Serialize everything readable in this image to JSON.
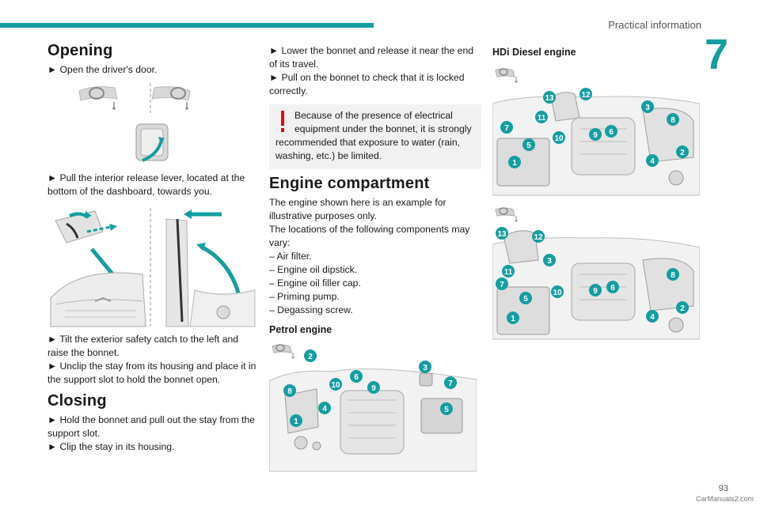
{
  "header": {
    "title": "Practical information",
    "chapter": "7"
  },
  "footer": {
    "page": "93",
    "watermark": "CarManuals2.com"
  },
  "opening": {
    "title": "Opening",
    "step1": "► Open the driver's door.",
    "step2": "► Pull the interior release lever, located at the bottom of the dashboard, towards you.",
    "step3": "► Tilt the exterior safety catch to the left and raise the bonnet.",
    "step4": "► Unclip the stay from its housing and place it in the support slot to hold the bonnet open."
  },
  "closing": {
    "title": "Closing",
    "step1": "► Hold the bonnet and pull out the stay from the support slot.",
    "step2": "► Clip the stay in its housing."
  },
  "col2_top": {
    "step1": "► Lower the bonnet and release it near the end of its travel.",
    "step2": "► Pull on the bonnet to check that it is locked correctly."
  },
  "warning": {
    "text_first": "Because of the presence of electrical equipment under the bonnet, it is strongly",
    "text_rest": "recommended that exposure to water (rain, washing, etc.) be limited."
  },
  "engine": {
    "title": "Engine compartment",
    "intro1": "The engine shown here is an example for illustrative purposes only.",
    "intro2": "The locations of the following components may vary:",
    "items": [
      "– Air filter.",
      "– Engine oil dipstick.",
      "– Engine oil filler cap.",
      "– Priming pump.",
      "– Degassing screw."
    ],
    "petrol_label": "Petrol engine",
    "diesel_label": "HDi Diesel engine"
  },
  "callouts": {
    "petrol": [
      "1",
      "2",
      "3",
      "4",
      "5",
      "6",
      "7",
      "8",
      "9",
      "10"
    ],
    "diesel_lhd": [
      "1",
      "2",
      "3",
      "4",
      "5",
      "6",
      "7",
      "8",
      "9",
      "10",
      "11",
      "12",
      "13"
    ],
    "diesel_rhd": [
      "1",
      "2",
      "3",
      "4",
      "5",
      "6",
      "7",
      "8",
      "9",
      "10",
      "11",
      "12",
      "13"
    ]
  },
  "colors": {
    "accent": "#149ea0",
    "warning": "#e30613",
    "warning_bg": "#f1f1f1"
  }
}
